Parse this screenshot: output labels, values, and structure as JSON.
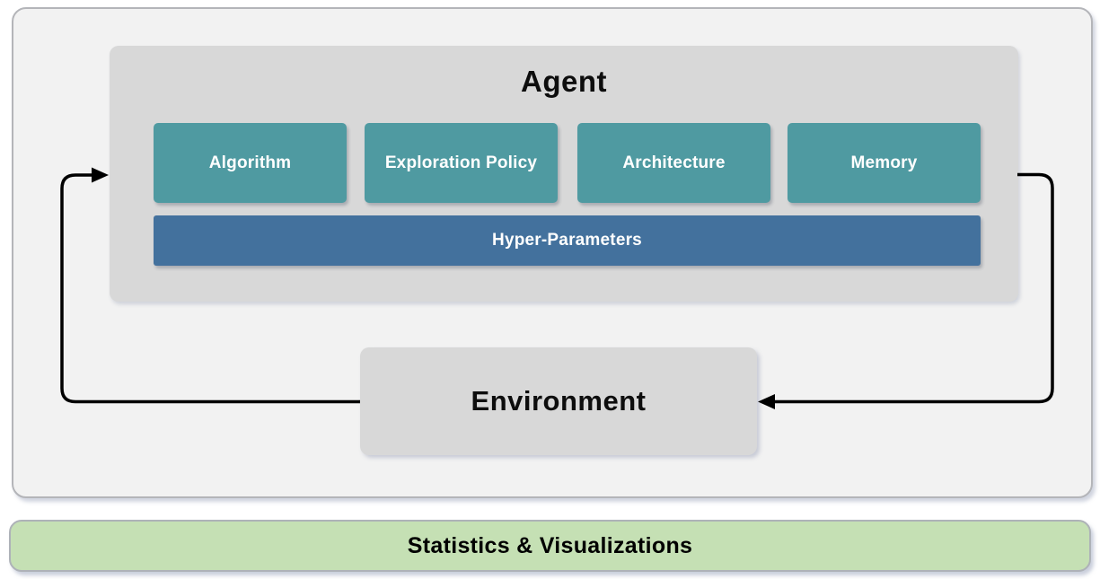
{
  "diagram": {
    "agent": {
      "title": "Agent",
      "components": [
        {
          "label": "Algorithm"
        },
        {
          "label": "Exploration Policy"
        },
        {
          "label": "Architecture"
        },
        {
          "label": "Memory"
        }
      ],
      "hyper_parameters_label": "Hyper-Parameters"
    },
    "environment": {
      "label": "Environment"
    },
    "footer": {
      "label": "Statistics & Visualizations"
    },
    "arrows": [
      {
        "name": "environment-to-agent",
        "from": "Environment",
        "to": "Agent"
      },
      {
        "name": "agent-to-environment",
        "from": "Agent",
        "to": "Environment"
      }
    ],
    "colors": {
      "component_teal": "#4f9aa1",
      "hyper_parameters_blue": "#43719d",
      "panel_gray": "#d8d8d8",
      "container_gray": "#f2f2f2",
      "footer_green": "#c5e0b4",
      "arrow_black": "#000000"
    }
  }
}
